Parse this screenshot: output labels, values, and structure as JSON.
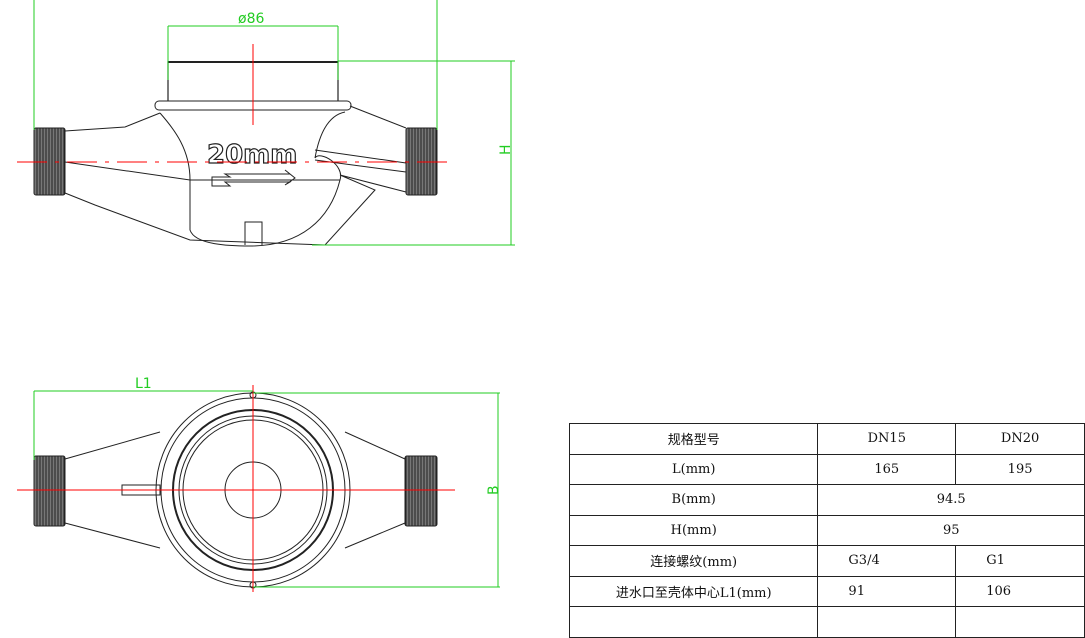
{
  "drawing": {
    "diameter_label": "ø86",
    "height_label": "H",
    "length_label": "L1",
    "width_label": "B",
    "body_marking": "20mm",
    "colors": {
      "dimension": "#22cc22",
      "centerline": "#ff0000",
      "outline": "#222222"
    }
  },
  "table": {
    "header": {
      "label": "规格型号",
      "dn15": "DN15",
      "dn20": "DN20"
    },
    "rows": [
      {
        "label": "L(mm)",
        "dn15": "165",
        "dn20": "195"
      },
      {
        "label": "B(mm)",
        "value": "94.5"
      },
      {
        "label": "H(mm)",
        "value": "95"
      },
      {
        "label": "连接螺纹(mm)",
        "dn15": "G3/4",
        "dn20": "G1"
      },
      {
        "label": "进水口至壳体中心L1(mm)",
        "dn15": "91",
        "dn20": "106"
      }
    ]
  }
}
